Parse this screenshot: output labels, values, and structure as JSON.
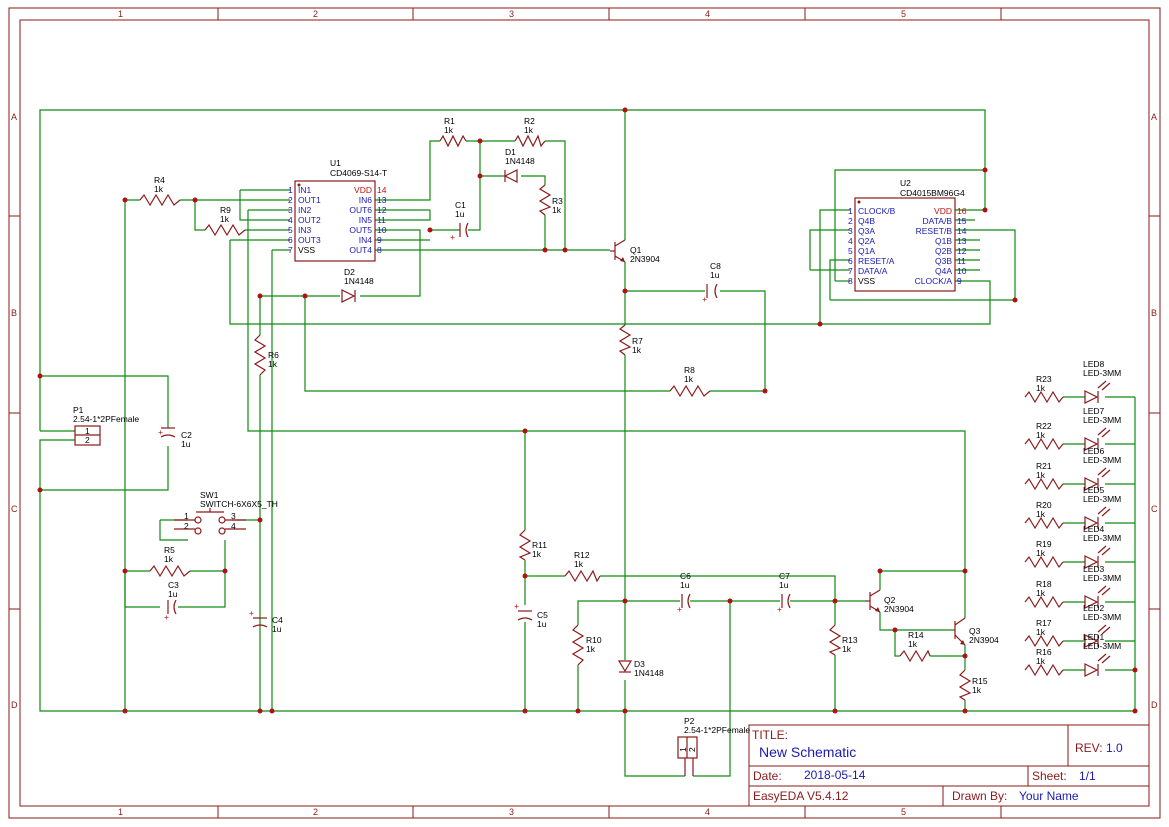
{
  "frame": {
    "cols": [
      "1",
      "2",
      "3",
      "4",
      "5"
    ],
    "rows": [
      "A",
      "B",
      "C",
      "D"
    ]
  },
  "title_block": {
    "title_label": "TITLE:",
    "title": "New Schematic",
    "rev_label": "REV:",
    "rev": "1.0",
    "date_label": "Date:",
    "date": "2018-05-14",
    "sheet_label": "Sheet:",
    "sheet": "1/1",
    "tool": "EasyEDA V5.4.12",
    "drawn_label": "Drawn By:",
    "drawn": "Your Name"
  },
  "u1": {
    "ref": "U1",
    "value": "CD4069-S14-T",
    "left_nums": [
      "1",
      "2",
      "3",
      "4",
      "5",
      "6",
      "7"
    ],
    "left_names": [
      "IN1",
      "OUT1",
      "IN2",
      "OUT2",
      "IN3",
      "OUT3",
      "VSS"
    ],
    "right_nums": [
      "14",
      "13",
      "12",
      "11",
      "10",
      "9",
      "8"
    ],
    "right_names": [
      "VDD",
      "IN6",
      "OUT6",
      "IN5",
      "OUT5",
      "IN4",
      "OUT4"
    ]
  },
  "u2": {
    "ref": "U2",
    "value": "CD4015BM96G4",
    "left_nums": [
      "1",
      "2",
      "3",
      "4",
      "5",
      "6",
      "7",
      "8"
    ],
    "left_names": [
      "CLOCK/B",
      "Q4B",
      "Q3A",
      "Q2A",
      "Q1A",
      "RESET/A",
      "DATA/A",
      "VSS"
    ],
    "right_nums": [
      "16",
      "15",
      "14",
      "13",
      "12",
      "11",
      "10",
      "9"
    ],
    "right_names": [
      "VDD",
      "DATA/B",
      "RESET/B",
      "Q1B",
      "Q2B",
      "Q3B",
      "Q4A",
      "CLOCK/A"
    ]
  },
  "parts": {
    "r1": [
      "R1",
      "1k"
    ],
    "r2": [
      "R2",
      "1k"
    ],
    "r3": [
      "R3",
      "1k"
    ],
    "r4": [
      "R4",
      "1k"
    ],
    "r5": [
      "R5",
      "1k"
    ],
    "r6": [
      "R6",
      "1k"
    ],
    "r7": [
      "R7",
      "1k"
    ],
    "r8": [
      "R8",
      "1k"
    ],
    "r9": [
      "R9",
      "1k"
    ],
    "r10": [
      "R10",
      "1k"
    ],
    "r11": [
      "R11",
      "1k"
    ],
    "r12": [
      "R12",
      "1k"
    ],
    "r13": [
      "R13",
      "1k"
    ],
    "r14": [
      "R14",
      "1k"
    ],
    "r15": [
      "R15",
      "1k"
    ],
    "r16": [
      "R16",
      "1k"
    ],
    "r17": [
      "R17",
      "1k"
    ],
    "r18": [
      "R18",
      "1k"
    ],
    "r19": [
      "R19",
      "1k"
    ],
    "r20": [
      "R20",
      "1k"
    ],
    "r21": [
      "R21",
      "1k"
    ],
    "r22": [
      "R22",
      "1k"
    ],
    "r23": [
      "R23",
      "1k"
    ],
    "c1": [
      "C1",
      "1u"
    ],
    "c2": [
      "C2",
      "1u"
    ],
    "c3": [
      "C3",
      "1u"
    ],
    "c4": [
      "C4",
      "1u"
    ],
    "c5": [
      "C5",
      "1u"
    ],
    "c6": [
      "C6",
      "1u"
    ],
    "c7": [
      "C7",
      "1u"
    ],
    "c8": [
      "C8",
      "1u"
    ],
    "d1": [
      "D1",
      "1N4148"
    ],
    "d2": [
      "D2",
      "1N4148"
    ],
    "d3": [
      "D3",
      "1N4148"
    ],
    "q1": [
      "Q1",
      "2N3904"
    ],
    "q2": [
      "Q2",
      "2N3904"
    ],
    "q3": [
      "Q3",
      "2N3904"
    ],
    "p1": [
      "P1",
      "2.54-1*2PFemale"
    ],
    "p2": [
      "P2",
      "2.54-1*2PFemale"
    ],
    "sw1": [
      "SW1",
      "SWITCH-6X6X5_TH"
    ],
    "led_value": "LED-3MM",
    "leds": [
      "LED8",
      "LED7",
      "LED6",
      "LED5",
      "LED4",
      "LED3",
      "LED2",
      "LED1"
    ],
    "sw_pins": [
      "1",
      "2",
      "3",
      "4"
    ],
    "conn_pins": [
      "1",
      "2"
    ]
  }
}
